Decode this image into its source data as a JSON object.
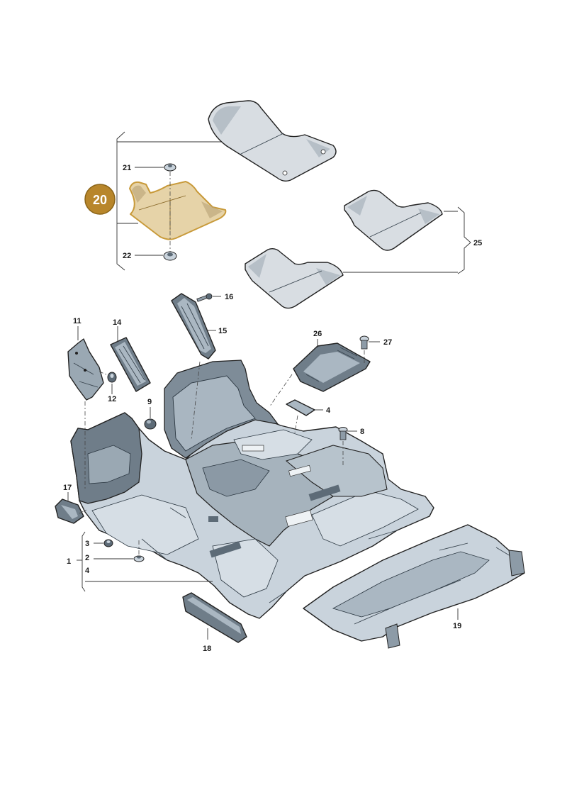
{
  "colors": {
    "highlight": "#c89a3a",
    "badge": "#b8862b",
    "part_fill": "#c9d3dc",
    "part_shade": "#8d9ba7",
    "part_dark": "#5d6b77",
    "mat_fill": "#d8dde2"
  },
  "highlighted_part": {
    "number": "20"
  },
  "callouts": [
    {
      "id": "c1",
      "text": "1"
    },
    {
      "id": "c2",
      "text": "2"
    },
    {
      "id": "c3",
      "text": "3"
    },
    {
      "id": "c4a",
      "text": "4"
    },
    {
      "id": "c4b",
      "text": "4"
    },
    {
      "id": "c8",
      "text": "8"
    },
    {
      "id": "c9",
      "text": "9"
    },
    {
      "id": "c11",
      "text": "11"
    },
    {
      "id": "c12",
      "text": "12"
    },
    {
      "id": "c14",
      "text": "14"
    },
    {
      "id": "c15",
      "text": "15"
    },
    {
      "id": "c16",
      "text": "16"
    },
    {
      "id": "c17",
      "text": "17"
    },
    {
      "id": "c18",
      "text": "18"
    },
    {
      "id": "c19",
      "text": "19"
    },
    {
      "id": "c21",
      "text": "21"
    },
    {
      "id": "c22",
      "text": "22"
    },
    {
      "id": "c25",
      "text": "25"
    },
    {
      "id": "c26",
      "text": "26"
    },
    {
      "id": "c27",
      "text": "27"
    }
  ]
}
